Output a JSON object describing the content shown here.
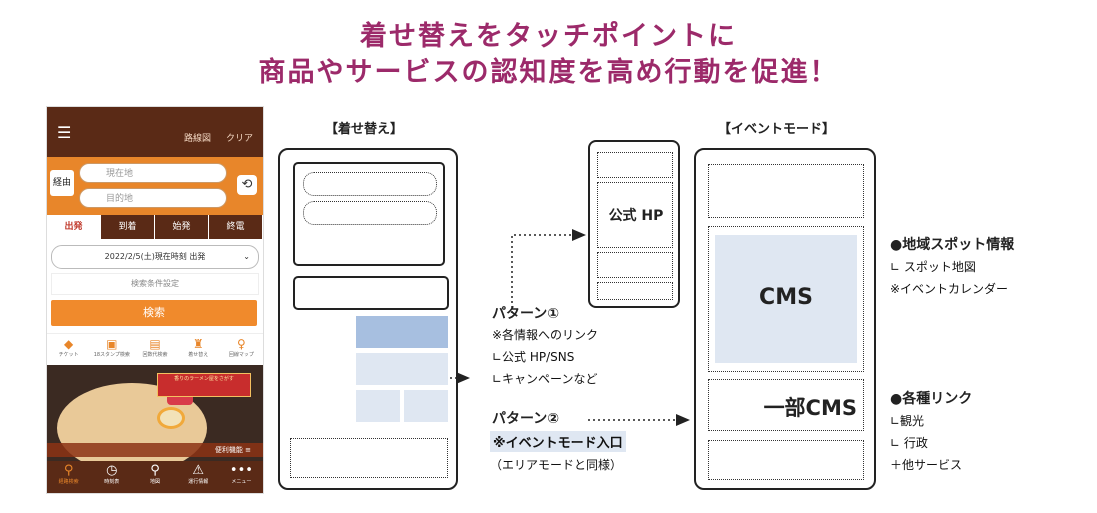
{
  "heading": {
    "line1": "着せ替えをタッチポイントに",
    "line2": "商品やサービスの認知度を高め行動を促進！"
  },
  "phone": {
    "header": {
      "route_map": "路線図",
      "clear": "クリア"
    },
    "search": {
      "via": "経由",
      "from_placeholder": "現在地",
      "to_placeholder": "目的地"
    },
    "tabs": [
      "出発",
      "到着",
      "始発",
      "終電"
    ],
    "date": "2022/2/5(土)現在時刻 出発",
    "conditions": "検索条件設定",
    "search_button": "検索",
    "quick_icons": [
      {
        "label": "チケット",
        "icon": "ticket-icon"
      },
      {
        "label": "18スタンプ検索",
        "icon": "stamp-icon"
      },
      {
        "label": "回数代検索",
        "icon": "coupon-icon"
      },
      {
        "label": "着せ替え",
        "icon": "dress-icon"
      },
      {
        "label": "回線マップ",
        "icon": "map-icon"
      }
    ],
    "banner": "香りのラーメン屋をさがす",
    "convenient": "便利機能",
    "nav": [
      {
        "label": "経路検索",
        "icon": "search-icon",
        "active": true
      },
      {
        "label": "時刻表",
        "icon": "clock-icon",
        "active": false
      },
      {
        "label": "地図",
        "icon": "pin-icon",
        "active": false
      },
      {
        "label": "運行情報",
        "icon": "warning-icon",
        "active": false
      },
      {
        "label": "メニュー",
        "icon": "more-icon",
        "active": false
      }
    ]
  },
  "kisekae": {
    "label": "【着せ替え】"
  },
  "hp": {
    "label": "公式 HP"
  },
  "event": {
    "label": "【イベントモード】",
    "cms": "CMS",
    "partial_cms": "一部CMS"
  },
  "pattern1": {
    "title": "パターン①",
    "lines": [
      "※各情報へのリンク",
      "∟公式 HP/SNS",
      "∟キャンペーンなど"
    ]
  },
  "pattern2": {
    "title": "パターン②",
    "entry": "※イベントモード入口",
    "note": "（エリアモードと同様）"
  },
  "regional": {
    "title": "●地域スポット情報",
    "lines": [
      "∟ スポット地図",
      "※イベントカレンダー"
    ]
  },
  "links": {
    "title": "●各種リンク",
    "lines": [
      "∟観光",
      "∟ 行政",
      "＋他サービス"
    ]
  },
  "colors": {
    "title": "#9c2a6a",
    "header": "#5a2a16",
    "accent": "#e8862a",
    "block": "#a7bfe0",
    "block_light": "#dfe7f2"
  }
}
